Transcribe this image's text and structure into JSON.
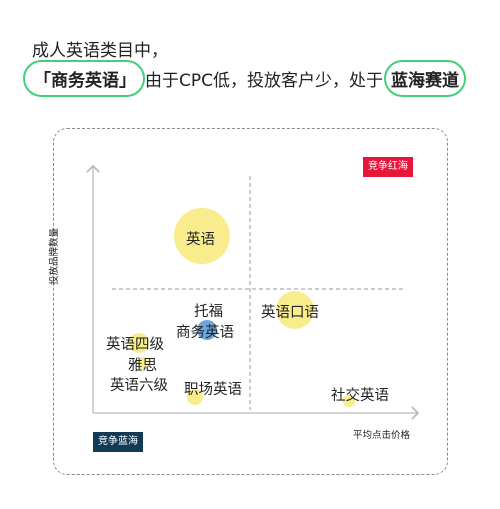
{
  "headline": {
    "line1": "成人英语类目中，",
    "highlight1": "「商务英语」",
    "middle": "由于CPC低，投放客户少，处于",
    "highlight2": "蓝海赛道"
  },
  "chart": {
    "y_axis_label": "投放品牌数量",
    "x_axis_label": "平均点击价格",
    "tag_red": "竞争红海",
    "tag_blue": "竞争蓝海",
    "colors": {
      "yellow": "#f8ec8c",
      "blue": "#5b9bd5",
      "ring": "#3fd07a",
      "red": "#e8163a",
      "navy": "#123c55"
    },
    "keywords": [
      {
        "id": "english",
        "label": "英语"
      },
      {
        "id": "tofel",
        "label": "托福"
      },
      {
        "id": "business-english",
        "label": "商务英语"
      },
      {
        "id": "spoken-english",
        "label": "英语口语"
      },
      {
        "id": "cet4",
        "label": "英语四级"
      },
      {
        "id": "ielts",
        "label": "雅思"
      },
      {
        "id": "cet6",
        "label": "英语六级"
      },
      {
        "id": "workplace-english",
        "label": "职场英语"
      },
      {
        "id": "social-english",
        "label": "社交英语"
      }
    ]
  }
}
